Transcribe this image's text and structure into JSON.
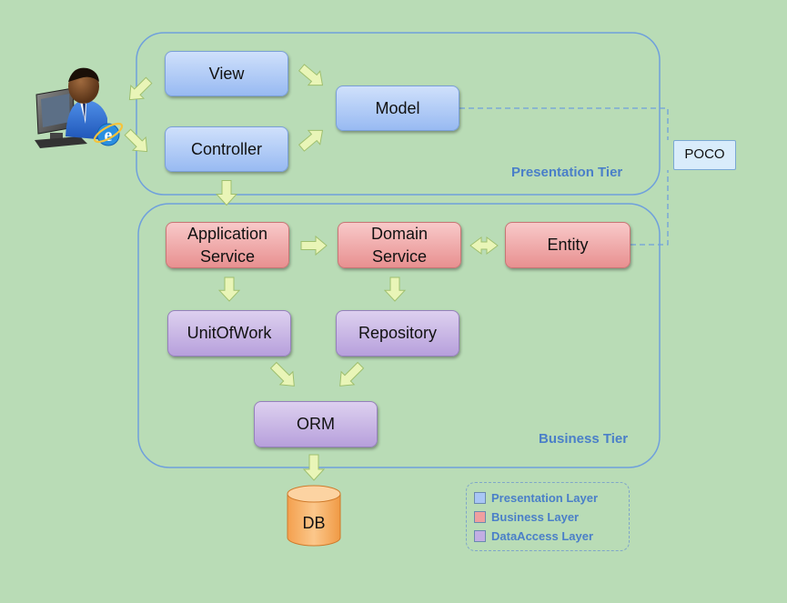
{
  "nodes": {
    "view": "View",
    "controller": "Controller",
    "model": "Model",
    "poco": "POCO",
    "application_service": [
      "Application",
      "Service"
    ],
    "domain_service": [
      "Domain",
      "Service"
    ],
    "entity": "Entity",
    "unit_of_work": "UnitOfWork",
    "repository": "Repository",
    "orm": "ORM",
    "db": "DB"
  },
  "tiers": {
    "presentation": "Presentation Tier",
    "business": "Business Tier"
  },
  "legend": {
    "items": [
      {
        "label": "Presentation Layer",
        "color": "#a9c6f5"
      },
      {
        "label": "Business Layer",
        "color": "#ef9f9f"
      },
      {
        "label": "DataAccess Layer",
        "color": "#c2aee3"
      }
    ]
  },
  "icons": {
    "user": "user-at-computer-icon",
    "browser": "internet-explorer-icon"
  },
  "colors": {
    "background": "#b9dcb6",
    "tier_border": "#6fa0dc",
    "arrow_fill": "#e9f5b7",
    "arrow_stroke": "#9fbf6e"
  }
}
